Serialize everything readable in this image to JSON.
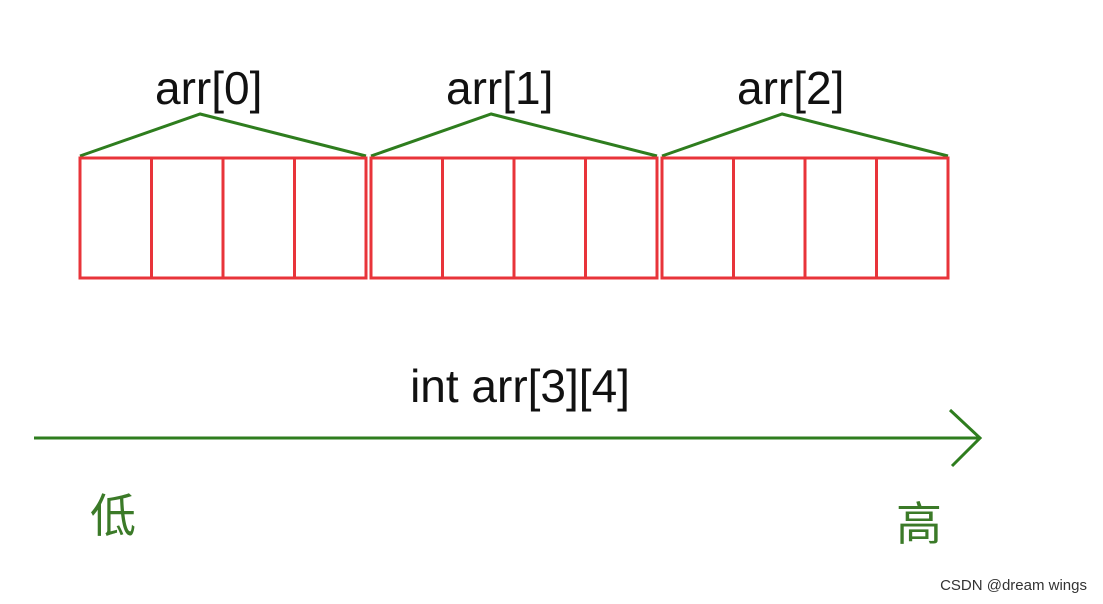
{
  "rows": [
    {
      "label": "arr[0]",
      "cells": 4
    },
    {
      "label": "arr[1]",
      "cells": 4
    },
    {
      "label": "arr[2]",
      "cells": 4
    }
  ],
  "declaration": "int arr[3][4]",
  "axis": {
    "low_label": "低",
    "high_label": "高"
  },
  "watermark": "CSDN @dream wings",
  "colors": {
    "cell_stroke": "#e8343a",
    "bracket": "#2e7d1e",
    "axis": "#2e7d1e",
    "end_labels": "#3b7a28",
    "text": "#111111"
  }
}
